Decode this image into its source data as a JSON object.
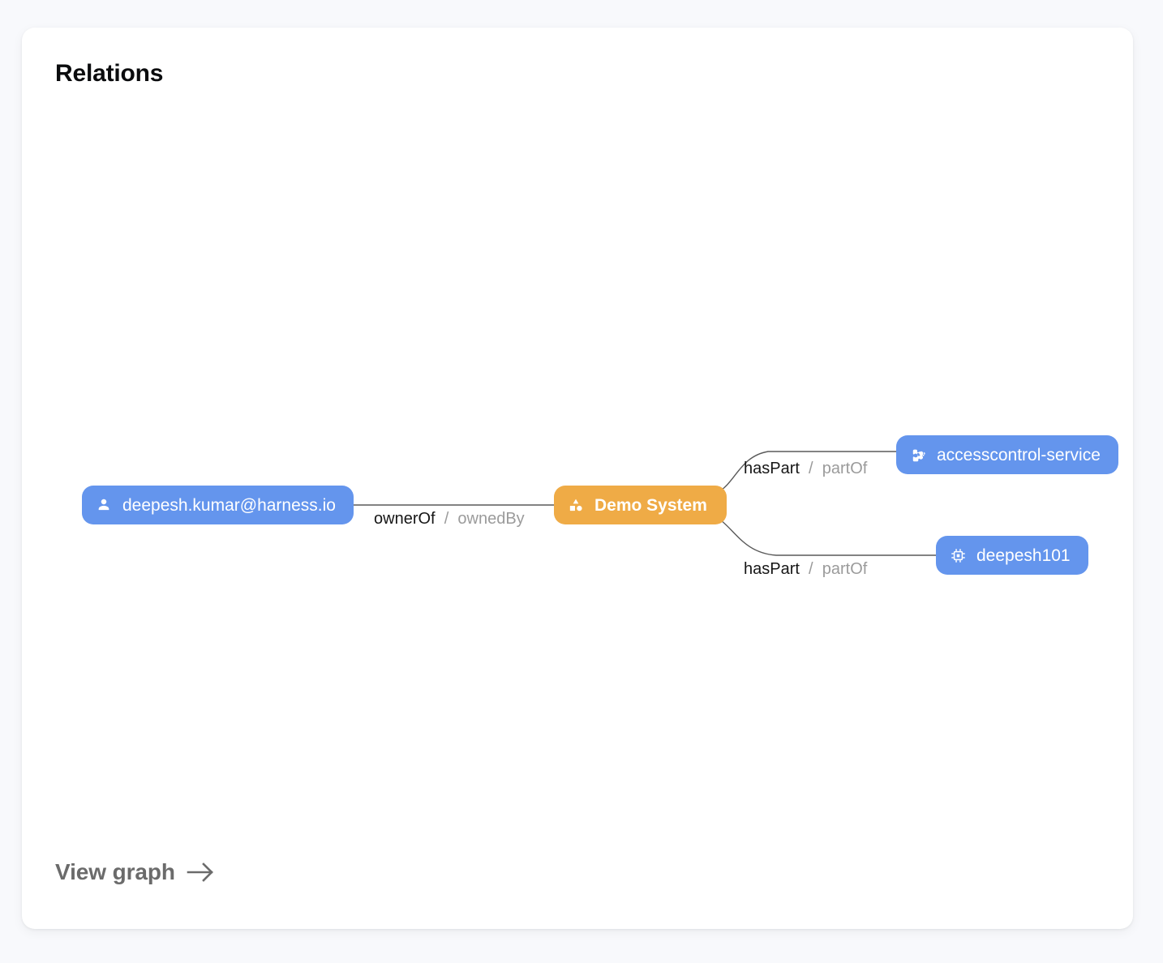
{
  "card": {
    "title": "Relations",
    "footer_link": {
      "label": "View graph",
      "icon": "arrow-right-icon"
    }
  },
  "graph": {
    "nodes": [
      {
        "id": "user",
        "label": "deepesh.kumar@harness.io",
        "kind": "user",
        "icon": "person-icon",
        "color": "#6495ed",
        "text_color": "#ffffff",
        "bold": false
      },
      {
        "id": "system",
        "label": "Demo System",
        "kind": "system",
        "icon": "category-shapes-icon",
        "color": "#efab46",
        "text_color": "#ffffff",
        "bold": true
      },
      {
        "id": "service",
        "label": "accesscontrol-service",
        "kind": "component",
        "icon": "puzzle-piece-icon",
        "color": "#6495ed",
        "text_color": "#ffffff",
        "bold": false
      },
      {
        "id": "resource",
        "label": "deepesh101",
        "kind": "resource",
        "icon": "cpu-chip-icon",
        "color": "#6495ed",
        "text_color": "#ffffff",
        "bold": false
      }
    ],
    "edges": [
      {
        "from": "user",
        "to": "system",
        "forward": "ownerOf",
        "separator": "/",
        "reverse": "ownedBy"
      },
      {
        "from": "system",
        "to": "service",
        "forward": "hasPart",
        "separator": "/",
        "reverse": "partOf"
      },
      {
        "from": "system",
        "to": "resource",
        "forward": "hasPart",
        "separator": "/",
        "reverse": "partOf"
      }
    ],
    "edge_color": "#5a5a5a"
  }
}
